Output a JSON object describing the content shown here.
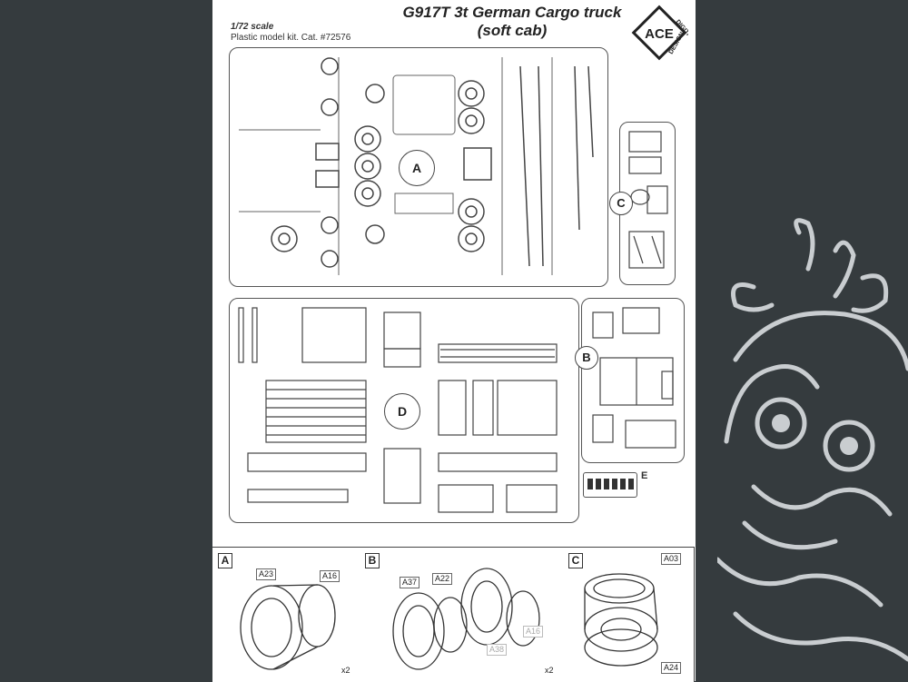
{
  "header": {
    "title_line1": "G917T 3t German Cargo truck",
    "title_line2": "(soft cab)",
    "scale": "1/72 scale",
    "kit_info": "Plastic model kit. Cat. #72576",
    "logo_text": "ACE",
    "logo_arc_text": "DIGITAL DESIGN"
  },
  "sprues": {
    "A": {
      "label": "A"
    },
    "B": {
      "label": "B"
    },
    "C": {
      "label": "C"
    },
    "D": {
      "label": "D"
    },
    "E": {
      "label": "E"
    }
  },
  "panels": [
    {
      "tag": "A",
      "callouts": [
        "A23",
        "A16"
      ],
      "multiplier": "x2"
    },
    {
      "tag": "B",
      "callouts": [
        "A37",
        "A22",
        "A16",
        "A38"
      ],
      "multiplier": "x2"
    },
    {
      "tag": "C",
      "callouts": [
        "A03",
        "A24"
      ],
      "multiplier": ""
    }
  ],
  "colors": {
    "background": "#353b3e",
    "sheet": "#ffffff",
    "line": "#555555",
    "mascot": "#c9cdd0"
  }
}
